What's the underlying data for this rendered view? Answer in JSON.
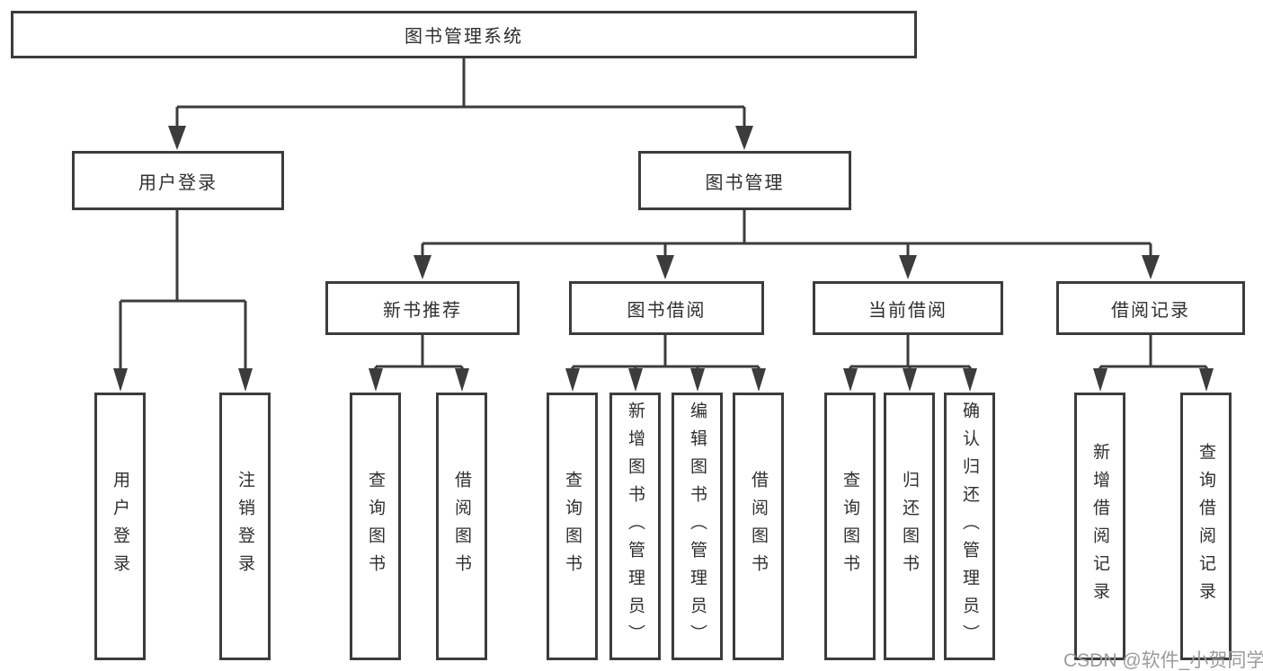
{
  "diagram": {
    "title": "图书管理系统",
    "user_branch": {
      "label": "用户登录",
      "children": [
        "用户登录",
        "注销登录"
      ]
    },
    "management_branch": {
      "label": "图书管理",
      "sections": [
        {
          "label": "新书推荐",
          "children": [
            "查询图书",
            "借阅图书"
          ]
        },
        {
          "label": "图书借阅",
          "children": [
            "查询图书",
            "新增图书（管理员）",
            "编辑图书（管理员）",
            "借阅图书"
          ]
        },
        {
          "label": "当前借阅",
          "children": [
            "查询图书",
            "归还图书",
            "确认归还（管理员）"
          ]
        },
        {
          "label": "借阅记录",
          "children": [
            "新增借阅记录",
            "查询借阅记录"
          ]
        }
      ]
    }
  },
  "watermark": "CSDN @软件_小贺同学",
  "colors": {
    "line": "#3c3c3c",
    "box_border": "#3c3c3c",
    "text": "#2f2f2f",
    "watermark_text": "#9c9c9c",
    "background": "#ffffff"
  }
}
